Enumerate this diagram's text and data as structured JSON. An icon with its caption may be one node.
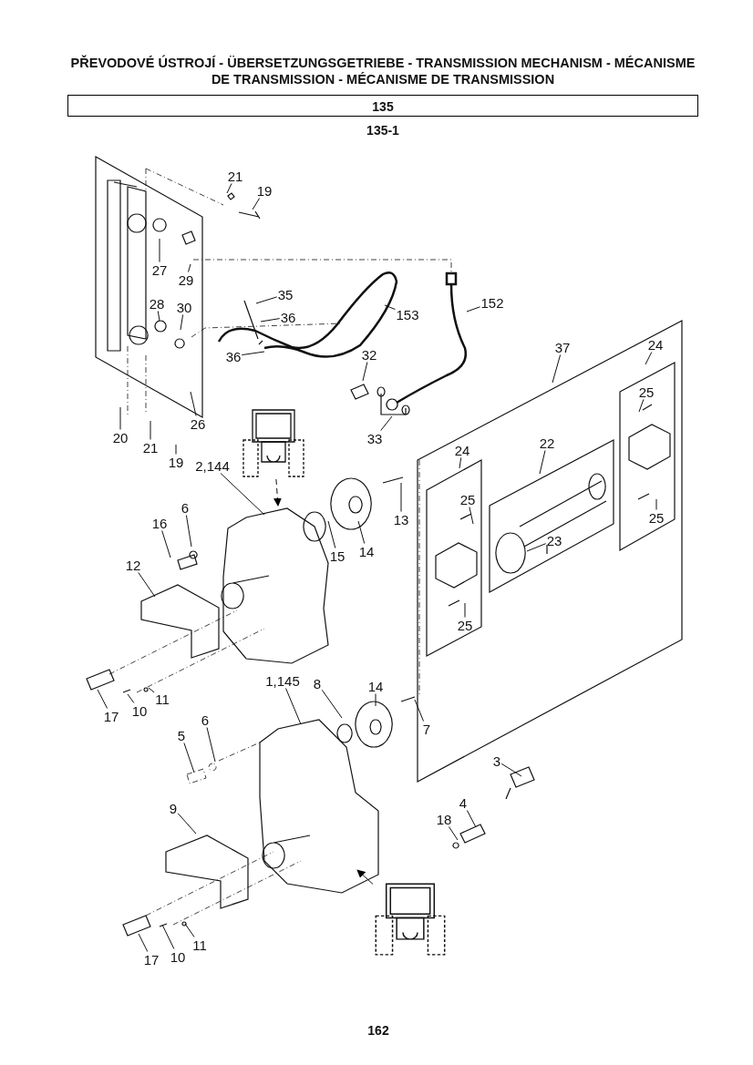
{
  "diagram": {
    "title": "PŘEVODOVÉ ÚSTROJÍ - ÜBERSETZUNGSGETRIEBE - TRANSMISSION MECHANISM - MÉCANISME DE TRANSMISSION - MÉCANISME DE TRANSMISSION",
    "nodes": [
      {
        "text": [
          "21"
        ]
      },
      {
        "text": [
          "19"
        ]
      },
      {
        "text": [
          "27"
        ]
      },
      {
        "text": [
          "29"
        ]
      },
      {
        "text": [
          "35"
        ]
      },
      {
        "text": [
          "36"
        ]
      },
      {
        "text": [
          "153"
        ]
      },
      {
        "text": [
          "152"
        ]
      },
      {
        "text": [
          "28"
        ]
      },
      {
        "text": [
          "30"
        ]
      },
      {
        "text": [
          "36"
        ]
      },
      {
        "text": [
          "32"
        ]
      },
      {
        "text": [
          "37"
        ]
      },
      {
        "text": [
          "24"
        ]
      },
      {
        "text": [
          "25"
        ]
      },
      {
        "text": [
          "20"
        ]
      },
      {
        "text": [
          "21"
        ]
      },
      {
        "text": [
          "26"
        ]
      },
      {
        "text": [
          "33"
        ]
      },
      {
        "text": [
          "19"
        ]
      },
      {
        "text": [
          "2,144"
        ]
      },
      {
        "text": [
          "24"
        ]
      },
      {
        "text": [
          "22"
        ]
      },
      {
        "text": [
          "25"
        ]
      },
      {
        "text": [
          "16"
        ]
      },
      {
        "text": [
          "6"
        ]
      },
      {
        "text": [
          "23"
        ]
      },
      {
        "text": [
          "15"
        ]
      },
      {
        "text": [
          "14"
        ]
      },
      {
        "text": [
          "13"
        ]
      },
      {
        "text": [
          "12"
        ]
      },
      {
        "text": [
          "25"
        ]
      },
      {
        "text": [
          "25"
        ]
      },
      {
        "text": [
          "1,145"
        ]
      },
      {
        "text": [
          "8"
        ]
      },
      {
        "text": [
          "14"
        ]
      },
      {
        "text": [
          "7"
        ]
      },
      {
        "text": [
          "17"
        ]
      },
      {
        "text": [
          "10"
        ]
      },
      {
        "text": [
          "11"
        ]
      },
      {
        "text": [
          "6"
        ]
      },
      {
        "text": [
          "5"
        ]
      },
      {
        "text": [
          "3"
        ]
      },
      {
        "text": [
          "4"
        ]
      },
      {
        "text": [
          "18"
        ]
      },
      {
        "text": [
          "9"
        ]
      },
      {
        "text": [
          "17"
        ]
      },
      {
        "text": [
          "10"
        ]
      },
      {
        "text": [
          "11"
        ]
      },
      {
        "text": [],
        "shape": "picture"
      },
      {
        "text": [],
        "shape": "picture"
      }
    ],
    "edges": [
      {
        "from": 0,
        "to": null,
        "arrow": "none"
      },
      {
        "from": 1,
        "to": null,
        "arrow": "none"
      },
      {
        "from": 2,
        "to": null,
        "arrow": "none"
      },
      {
        "from": 3,
        "to": null,
        "arrow": "none"
      },
      {
        "from": 4,
        "to": null,
        "arrow": "none"
      },
      {
        "from": 5,
        "to": null,
        "arrow": "none"
      },
      {
        "from": 6,
        "to": null,
        "arrow": "none"
      },
      {
        "from": 7,
        "to": null,
        "arrow": "none"
      },
      {
        "from": 8,
        "to": null,
        "arrow": "none"
      },
      {
        "from": 9,
        "to": null,
        "arrow": "none"
      },
      {
        "from": 10,
        "to": null,
        "arrow": "none"
      },
      {
        "from": 11,
        "to": null,
        "arrow": "none"
      },
      {
        "from": 12,
        "to": null,
        "arrow": "none"
      },
      {
        "from": 13,
        "to": null,
        "arrow": "none"
      },
      {
        "from": 14,
        "to": null,
        "arrow": "none"
      },
      {
        "from": 15,
        "to": null,
        "arrow": "none"
      },
      {
        "from": 16,
        "to": null,
        "arrow": "none"
      },
      {
        "from": 17,
        "to": null,
        "arrow": "none"
      },
      {
        "from": 18,
        "to": null,
        "arrow": "none"
      },
      {
        "from": 19,
        "to": null,
        "arrow": "none"
      },
      {
        "from": 20,
        "to": null,
        "arrow": "none"
      },
      {
        "from": 21,
        "to": null,
        "arrow": "none"
      },
      {
        "from": 22,
        "to": null,
        "arrow": "none"
      },
      {
        "from": 23,
        "to": null,
        "arrow": "none"
      },
      {
        "from": 24,
        "to": null,
        "arrow": "none"
      },
      {
        "from": 25,
        "to": null,
        "arrow": "none"
      },
      {
        "from": 26,
        "to": null,
        "arrow": "none"
      },
      {
        "from": 27,
        "to": null,
        "arrow": "none"
      },
      {
        "from": 28,
        "to": null,
        "arrow": "none"
      },
      {
        "from": 29,
        "to": null,
        "arrow": "none"
      },
      {
        "from": 30,
        "to": null,
        "arrow": "none"
      },
      {
        "from": 31,
        "to": null,
        "arrow": "none"
      },
      {
        "from": 32,
        "to": null,
        "arrow": "none"
      },
      {
        "from": 33,
        "to": null,
        "arrow": "none"
      },
      {
        "from": 34,
        "to": null,
        "arrow": "none"
      },
      {
        "from": 35,
        "to": null,
        "arrow": "none"
      },
      {
        "from": 36,
        "to": null,
        "arrow": "none"
      },
      {
        "from": 37,
        "to": null,
        "arrow": "none"
      },
      {
        "from": 38,
        "to": null,
        "arrow": "none"
      },
      {
        "from": 39,
        "to": null,
        "arrow": "none"
      },
      {
        "from": 40,
        "to": null,
        "arrow": "none"
      },
      {
        "from": 41,
        "to": null,
        "arrow": "none"
      },
      {
        "from": 42,
        "to": null,
        "arrow": "none"
      },
      {
        "from": 43,
        "to": null,
        "arrow": "none"
      },
      {
        "from": 44,
        "to": null,
        "arrow": "none"
      },
      {
        "from": 45,
        "to": null,
        "arrow": "none"
      },
      {
        "from": 46,
        "to": null,
        "arrow": "none"
      },
      {
        "from": 47,
        "to": null,
        "arrow": "none"
      },
      {
        "from": 48,
        "to": null,
        "arrow": "none"
      },
      {
        "from": 49,
        "to": null,
        "arrow": "to",
        "style": "dashed"
      },
      {
        "from": 50,
        "to": null,
        "arrow": "to"
      }
    ],
    "labels": [
      "135",
      "135-1",
      "162"
    ]
  }
}
